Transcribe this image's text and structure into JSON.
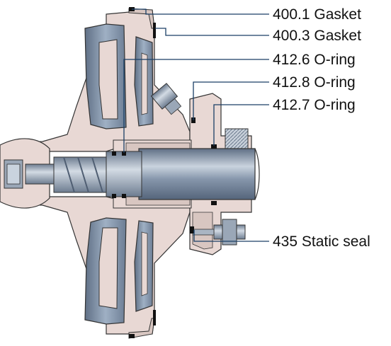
{
  "colors": {
    "housing": "#e8d8d4",
    "housing_dark": "#d8c6c1",
    "cavity": "#7e8fa5",
    "cavity_light": "#9fb0c4",
    "cavity_dark": "#5f6f85",
    "shaft": "#8696ab",
    "shaft_highlight": "#c9d3de",
    "screw": "#99a6b6",
    "gasket": "#111111",
    "leader": "#1a3f66",
    "outline": "#333333"
  },
  "callouts": [
    {
      "code": "400.1",
      "name": "Gasket",
      "text": "400.1  Gasket"
    },
    {
      "code": "400.3",
      "name": "Gasket",
      "text": "400.3  Gasket"
    },
    {
      "code": "412.6",
      "name": "O-ring",
      "text": "412.6  O-ring"
    },
    {
      "code": "412.8",
      "name": "O-ring",
      "text": "412.8  O-ring"
    },
    {
      "code": "412.7",
      "name": "O-ring",
      "text": "412.7  O-ring"
    },
    {
      "code": "435",
      "name": "Static seal",
      "text": "435  Static seal"
    }
  ]
}
